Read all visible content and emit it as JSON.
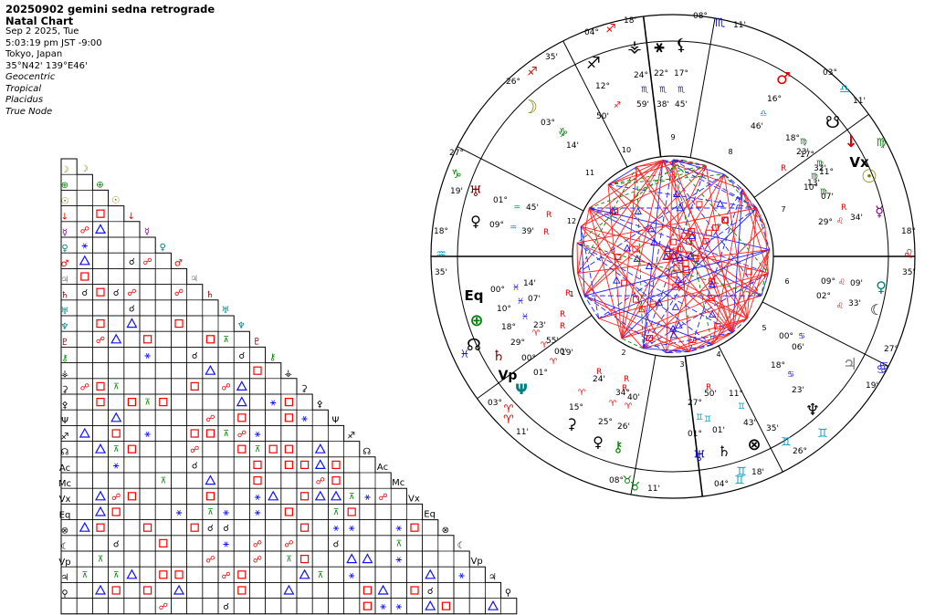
{
  "header": {
    "title": "20250902 gemini sedna retrograde",
    "chart_type": "Natal Chart",
    "date": "Sep 2 2025, Tue",
    "time": "5:03:19 pm  JST -9:00",
    "place": "Tokyo, Japan",
    "coords": "35°N42' 139°E46'",
    "zodiac_frame": "Geocentric",
    "zodiac": "Tropical",
    "houses": "Placidus",
    "node": "True Node"
  },
  "colors": {
    "fire": "#e00000",
    "earth": "#008000",
    "air": "#00a0c0",
    "water": "#1010d0",
    "trine": "#1010ff",
    "square": "#ff0000",
    "sextile": "#008000",
    "aspect_square_line": "#ff2020",
    "aspect_trine_line": "#2020ff"
  },
  "cusps": [
    {
      "deg": "18°",
      "min": "35'",
      "sign": "aquarius-icon"
    },
    {
      "deg": "27°",
      "min": "19'",
      "sign": "capricorn-icon"
    },
    {
      "deg": "26°",
      "min": "35'",
      "sign": "sagittarius-icon"
    },
    {
      "deg": "04°",
      "min": "18'",
      "sign": "sagittarius-icon"
    },
    {
      "deg": "08°",
      "min": "11'",
      "sign": "scorpio-icon"
    },
    {
      "deg": "03°",
      "min": "11'",
      "sign": "libra-icon"
    },
    {
      "deg": "18°",
      "min": "35'",
      "sign": "leo-icon"
    },
    {
      "deg": "27°",
      "min": "19'",
      "sign": "cancer-icon"
    },
    {
      "deg": "26°",
      "min": "35'",
      "sign": "gemini-icon"
    },
    {
      "deg": "04°",
      "min": "18'",
      "sign": "gemini-icon"
    },
    {
      "deg": "08°",
      "min": "11'",
      "sign": "taurus-icon"
    },
    {
      "deg": "03°",
      "min": "11'",
      "sign": "aries-icon"
    }
  ],
  "planet_labels": [
    {
      "deg": "12°",
      "min": "50'"
    },
    {
      "deg": "24°",
      "min": "59'"
    },
    {
      "deg": "22°",
      "min": "38'"
    },
    {
      "deg": "17°",
      "min": "45'"
    },
    {
      "deg": "03°",
      "min": "14'"
    },
    {
      "deg": "01°",
      "min": "45'"
    },
    {
      "deg": "09°",
      "min": "39'"
    },
    {
      "deg": "16°",
      "min": "46'"
    },
    {
      "deg": "18°",
      "min": "23'"
    },
    {
      "deg": "17°",
      "min": "32'"
    },
    {
      "deg": "11°",
      "min": "13'"
    },
    {
      "deg": "10°",
      "min": "07'"
    },
    {
      "deg": "29°",
      "min": "34'"
    },
    {
      "deg": "09°",
      "min": "09'"
    },
    {
      "deg": "02°",
      "min": "33'"
    },
    {
      "deg": "00°",
      "min": "06'"
    },
    {
      "deg": "18°",
      "min": "23'"
    },
    {
      "deg": "11°",
      "min": "43'"
    },
    {
      "deg": "27°",
      "min": "50'"
    },
    {
      "deg": "01°",
      "min": "01'"
    },
    {
      "deg": "15°",
      "min": "24'"
    },
    {
      "deg": "25°",
      "min": "26'"
    },
    {
      "deg": "34°",
      "min": "40'"
    },
    {
      "deg": "00°",
      "min": "14'"
    },
    {
      "deg": "10°",
      "min": "07'"
    },
    {
      "deg": "18°",
      "min": "23'"
    },
    {
      "deg": "29°",
      "min": "55'"
    },
    {
      "deg": "00°",
      "min": "00'"
    },
    {
      "deg": "01°",
      "min": "19'"
    }
  ],
  "retro": "R",
  "grid_glyphs": [
    "☽",
    "⊕",
    "☉",
    "↓",
    "☿",
    "♀",
    "♂",
    "♃",
    "♄",
    "♅",
    "♆",
    "♇",
    "⚷",
    "⚶",
    "⚳",
    "⚴",
    "Ψ",
    "♐",
    "☊",
    "Ac",
    "Mc",
    "Vx",
    "Eq",
    "⊗",
    "☾",
    "Vp",
    "♃",
    "⚲"
  ]
}
